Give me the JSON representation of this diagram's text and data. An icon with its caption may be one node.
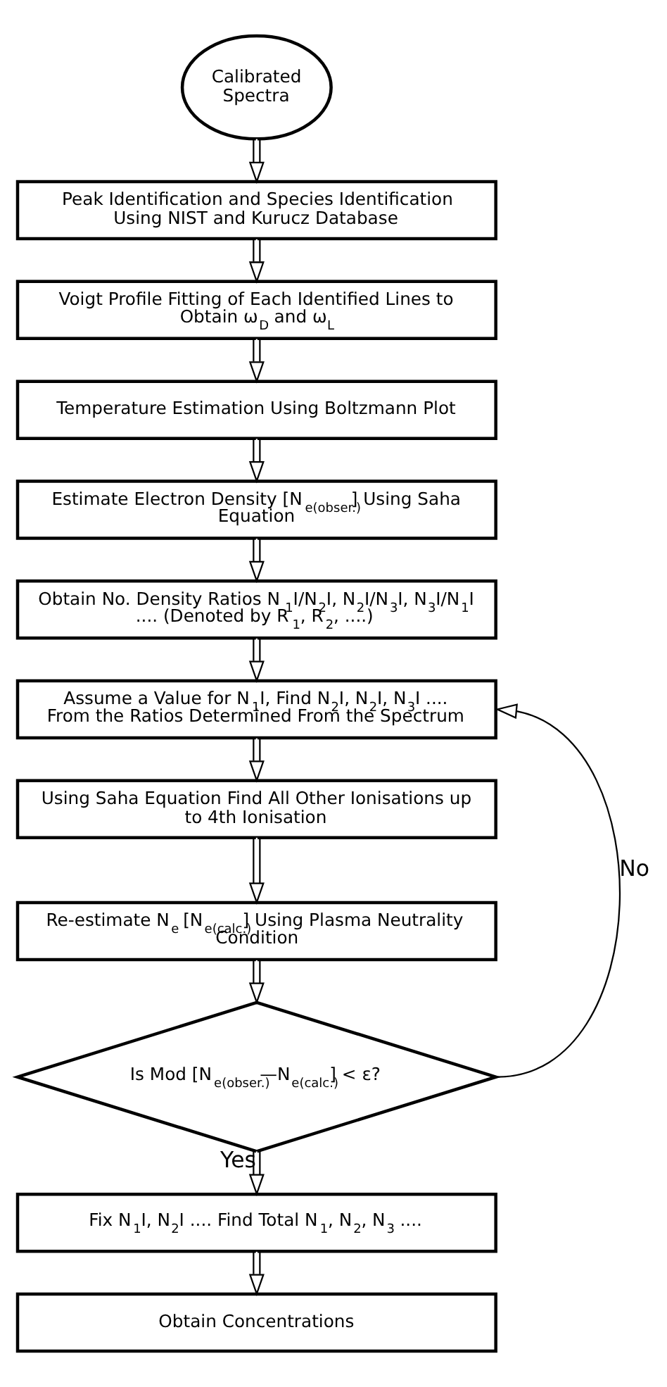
{
  "diagram": {
    "nodes": [
      {
        "text": [
          "Calibrated Spectra"
        ]
      },
      {
        "text": [
          "Peak Identification and Species Identification Using NIST and Kurucz Database"
        ]
      },
      {
        "text": [
          "Voigt Profile Fitting of Each Identified Lines to Obtain ω$_{D}$ and ω$_{L}$"
        ]
      },
      {
        "text": [
          "Temperature Estimation Using Boltzmann Plot"
        ]
      },
      {
        "text": [
          "Estimate Electron Density [N$_{e(obser.)}$] Using Saha Equation"
        ]
      },
      {
        "text": [
          "Obtain No. Density Ratios N$_{1}$I/N$_{2}$I, N$_{2}$I/N$_{3}$I, N$_{3}$I/N$_{1}$I .... (Denoted by R$_{1}$, R$_{2}$, ....)"
        ]
      },
      {
        "text": [
          "Assume a Value for N$_{1}$I, Find N$_{2}$I, N$_{2}$I, N$_{3}$I .... From the Ratios Determined From the Spectrum"
        ]
      },
      {
        "text": [
          "Using Saha Equation Find All Other Ionisations up to 4th Ionisation"
        ]
      },
      {
        "text": [
          "Re-estimate N$_{e}$ [N$_{e(calc.)}$] Using Plasma Neutrality Condition"
        ]
      },
      {
        "text": [
          "Is Mod [N$_{e(obser.)}$—N$_{e(calc.)}$] < ε?"
        ]
      },
      {
        "text": [
          "Fix N$_{1}$I, N$_{2}$I .... Find Total N$_{1}$, N$_{2}$, N$_{3}$ ...."
        ]
      },
      {
        "text": [
          "Obtain Concentrations"
        ]
      }
    ],
    "edges": [
      {
        "from": 0,
        "to": 1,
        "arrow": "to"
      },
      {
        "from": 1,
        "to": 2,
        "arrow": "to"
      },
      {
        "from": 2,
        "to": 3,
        "arrow": "to"
      },
      {
        "from": 3,
        "to": 4,
        "arrow": "to"
      },
      {
        "from": 4,
        "to": 5,
        "arrow": "to"
      },
      {
        "from": 5,
        "to": 6,
        "arrow": "to"
      },
      {
        "from": 6,
        "to": 7,
        "arrow": "to"
      },
      {
        "from": 7,
        "to": 8,
        "arrow": "to"
      },
      {
        "from": 8,
        "to": 9,
        "arrow": "to"
      },
      {
        "from": 9,
        "to": 6,
        "arrow": "to",
        "label": "No"
      },
      {
        "from": 9,
        "to": 10,
        "arrow": "to",
        "label": "Yes"
      },
      {
        "from": 10,
        "to": 11,
        "arrow": "to"
      }
    ]
  }
}
